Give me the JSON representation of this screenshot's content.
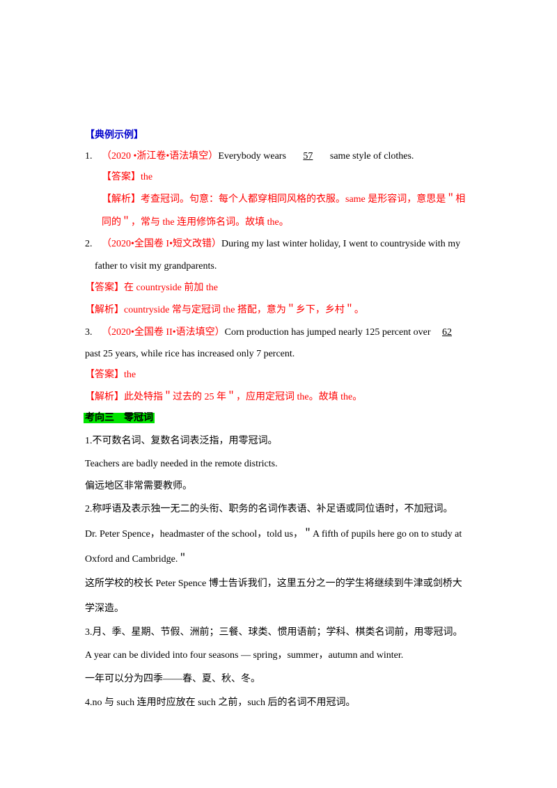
{
  "section_heading": "【典例示例】",
  "examples": [
    {
      "number": "1.",
      "source": "（2020 •浙江卷•语法填空）",
      "question_before": "Everybody wears",
      "blank": "57",
      "question_after": "same style of clothes.",
      "answer_label": "【答案】",
      "answer": "the",
      "analysis_label": "【解析】",
      "analysis_line1": "考查冠词。句意：每个人都穿相同风格的衣服。same 是形容词，意思是＂相",
      "analysis_line2": "同的＂，常与 the 连用修饰名词。故填 the。"
    },
    {
      "number": "2.",
      "source": "（2020•全国卷 I•短文改错）",
      "question_line1": "During my last winter holiday, I went to countryside with my",
      "question_line2": "father to visit my grandparents.",
      "answer_label": "【答案】",
      "answer": "在 countryside 前加 the",
      "analysis_label": "【解析】",
      "analysis": "countryside 常与定冠词 the 搭配，意为＂乡下，乡村＂。"
    },
    {
      "number": "3.",
      "source": "（2020•全国卷 II•语法填空）",
      "question_before": "Corn production has jumped nearly 125 percent over",
      "blank": "62",
      "question_line2": "past 25 years, while rice has increased only 7 percent.",
      "answer_label": "【答案】",
      "answer": "the",
      "analysis_label": "【解析】",
      "analysis": "此处特指＂过去的 25 年＂，应用定冠词 the。故填 the。"
    }
  ],
  "topic_heading": "考向三　零冠词",
  "rules": {
    "r1": "1.不可数名词、复数名词表泛指，用零冠词。",
    "r1_en": "Teachers are badly needed in the remote districts.",
    "r1_zh": "偏远地区非常需要教师。",
    "r2": "2.称呼语及表示独一无二的头衔、职务的名词作表语、补足语或同位语时，不加冠词。",
    "r2_en1": "Dr. Peter Spence，headmaster of the school，told us，＂A fifth of pupils here go on to study at",
    "r2_en2": "Oxford and Cambridge.＂",
    "r2_zh1": "这所学校的校长 Peter Spence 博士告诉我们，这里五分之一的学生将继续到牛津或剑桥大",
    "r2_zh2": "学深造。",
    "r3": "3.月、季、星期、节假、洲前；三餐、球类、惯用语前；学科、棋类名词前，用零冠词。",
    "r3_en": "A year can be divided into four seasons — spring，summer，autumn and winter.",
    "r3_zh": "一年可以分为四季——春、夏、秋、冬。",
    "r4": "4.no 与 such 连用时应放在 such 之前，such 后的名词不用冠词。"
  }
}
